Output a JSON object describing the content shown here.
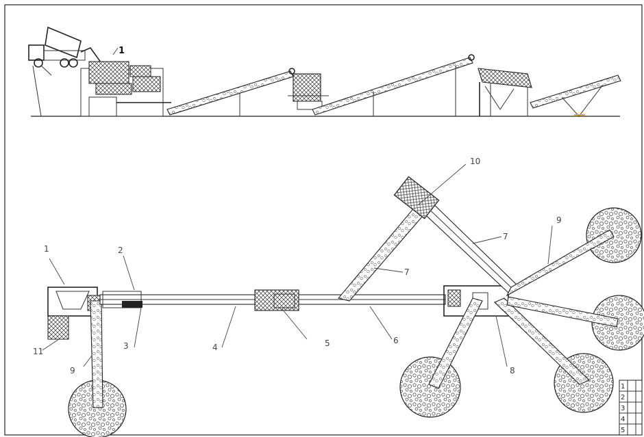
{
  "elevation_view": {
    "callouts": [
      {
        "id": "1",
        "text": "1"
      }
    ]
  },
  "plan_view": {
    "callouts": [
      {
        "id": "c1",
        "text": "1"
      },
      {
        "id": "c2",
        "text": "2"
      },
      {
        "id": "c3",
        "text": "3"
      },
      {
        "id": "c4",
        "text": "4"
      },
      {
        "id": "c5",
        "text": "5"
      },
      {
        "id": "c6",
        "text": "6"
      },
      {
        "id": "c7a",
        "text": "7"
      },
      {
        "id": "c7b",
        "text": "7"
      },
      {
        "id": "c8",
        "text": "8"
      },
      {
        "id": "c9a",
        "text": "9"
      },
      {
        "id": "c9b",
        "text": "9"
      },
      {
        "id": "c10",
        "text": "10"
      },
      {
        "id": "c11",
        "text": "11"
      }
    ]
  },
  "legend_table": {
    "rows": [
      "1",
      "2",
      "3",
      "4",
      "5"
    ]
  },
  "colors": {
    "line": "#222222",
    "hatch": "#555555",
    "background": "#ffffff",
    "accent": "#e8a33a"
  }
}
